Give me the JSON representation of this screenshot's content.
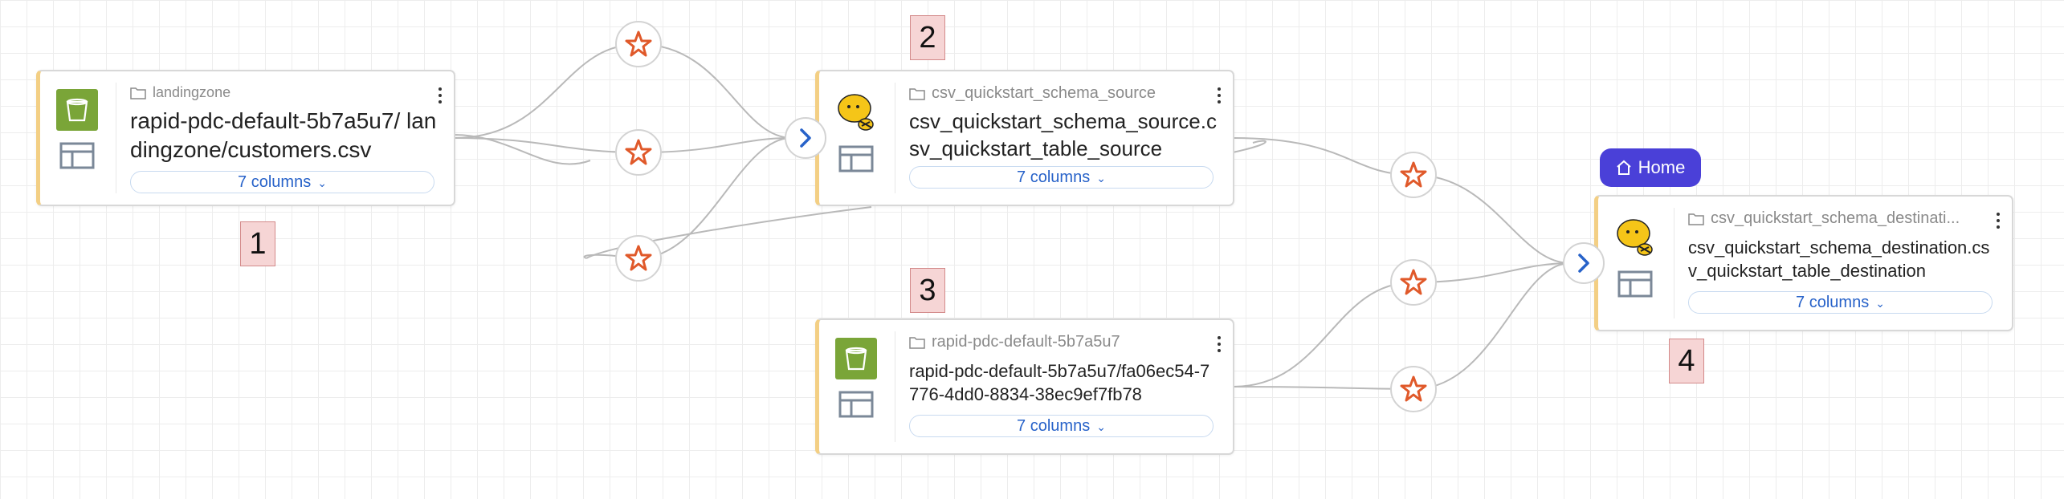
{
  "nodes": [
    {
      "folder": "landingzone",
      "title": "rapid-pdc-default-5b7a5u7/ landingzone/customers.csv",
      "columns": "7 columns",
      "icon": "bucket-icon"
    },
    {
      "folder": "csv_quickstart_schema_source",
      "title": "csv_quickstart_schema_source.csv_quickstart_table_source",
      "columns": "7 columns",
      "icon": "hive-icon"
    },
    {
      "folder": "rapid-pdc-default-5b7a5u7",
      "title": "rapid-pdc-default-5b7a5u7/fa06ec54-7776-4dd0-8834-38ec9ef7fb78",
      "columns": "7 columns",
      "icon": "bucket-icon"
    },
    {
      "folder": "csv_quickstart_schema_destinati...",
      "title": "csv_quickstart_schema_destination.csv_quickstart_table_destination",
      "columns": "7 columns",
      "icon": "hive-icon"
    }
  ],
  "markers": [
    "1",
    "2",
    "3",
    "4"
  ],
  "home_badge": "Home",
  "colors": {
    "accent": "#2762c9",
    "card_accent": "#f3cf84",
    "transform": "#e0592a",
    "bucket": "#7aa538",
    "home": "#4a40d8"
  }
}
